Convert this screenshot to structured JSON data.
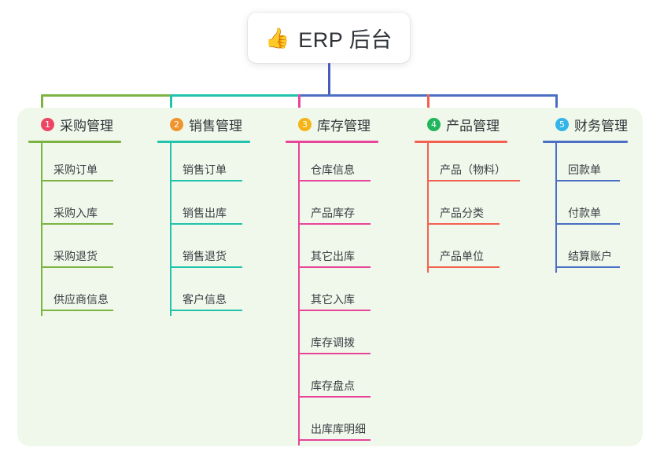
{
  "root": {
    "icon": "thumbs-up-icon",
    "emoji": "👍",
    "label": "ERP 后台"
  },
  "palette": {
    "panel_bg": "#eff8ea",
    "page_bg": "#ffffff",
    "root_stem": "#4a5bbf",
    "text": "#31363b"
  },
  "columns": [
    {
      "index": "1",
      "badge_color": "#ef4565",
      "line_color": "#7cb342",
      "title": "采购管理",
      "items": [
        "采购订单",
        "采购入库",
        "采购退货",
        "供应商信息"
      ]
    },
    {
      "index": "2",
      "badge_color": "#f0952e",
      "line_color": "#22c3ac",
      "title": "销售管理",
      "items": [
        "销售订单",
        "销售出库",
        "销售退货",
        "客户信息"
      ]
    },
    {
      "index": "3",
      "badge_color": "#f5b417",
      "line_color": "#e8459a",
      "title": "库存管理",
      "items": [
        "仓库信息",
        "产品库存",
        "其它出库",
        "其它入库",
        "库存调拨",
        "库存盘点",
        "出库库明细"
      ]
    },
    {
      "index": "4",
      "badge_color": "#22b55c",
      "line_color": "#f4604f",
      "title": "产品管理",
      "items": [
        "产品（物料）",
        "产品分类",
        "产品单位"
      ]
    },
    {
      "index": "5",
      "badge_color": "#33b5ea",
      "line_color": "#4a6fc4",
      "title": "财务管理",
      "items": [
        "回款单",
        "付款单",
        "结算账户"
      ]
    }
  ]
}
